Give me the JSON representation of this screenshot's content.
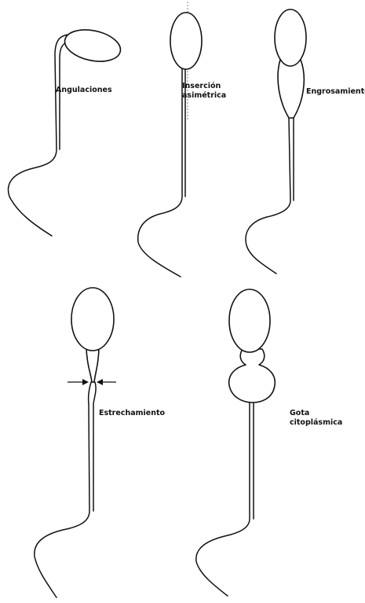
{
  "labels": {
    "angulaciones": "Angulaciones",
    "insercion_1": "Inserción",
    "insercion_2": "asimétrica",
    "engrosamiento": "Engrosamiento",
    "estrechamiento": "Estrechamiento",
    "gota_1": "Gota",
    "gota_2": "citoplásmica"
  },
  "colors": {
    "line": "#111111",
    "background": "#ffffff"
  }
}
